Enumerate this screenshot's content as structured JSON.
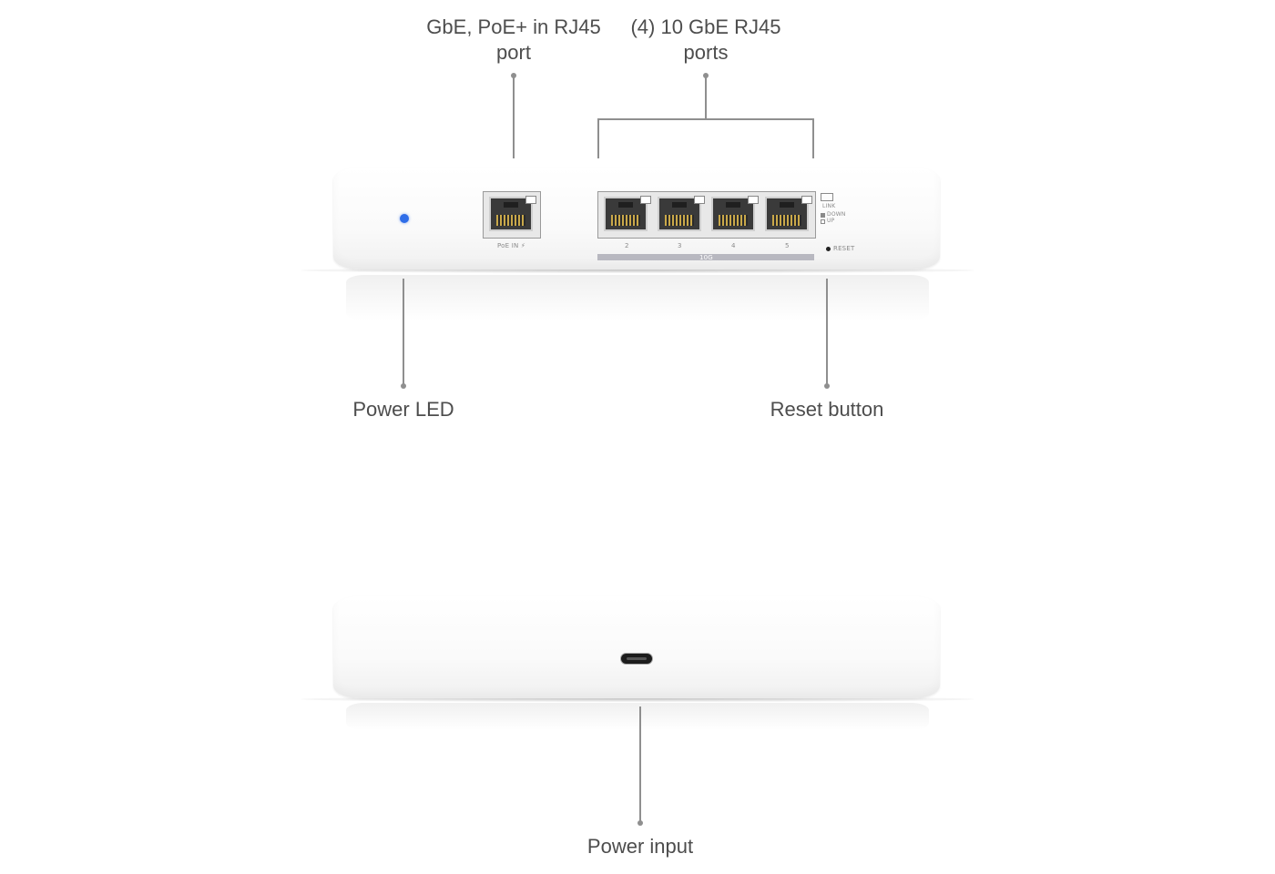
{
  "callouts": {
    "poe_in_line1": "GbE, PoE+ in RJ45",
    "poe_in_line2": "port",
    "ten_gbe_line1": "(4) 10 GbE RJ45",
    "ten_gbe_line2": "ports",
    "power_led": "Power LED",
    "reset_button": "Reset button",
    "power_input": "Power input"
  },
  "device_front": {
    "poe_in_label": "PoE IN",
    "port_numbers": [
      "2",
      "3",
      "4",
      "5"
    ],
    "speed_label": "10G",
    "legend_link": "LINK",
    "legend_down": "DOWN",
    "legend_up": "UP",
    "reset_label": "RESET"
  },
  "colors": {
    "led": "#2f6de8",
    "leader_line": "#8f8f8f"
  }
}
